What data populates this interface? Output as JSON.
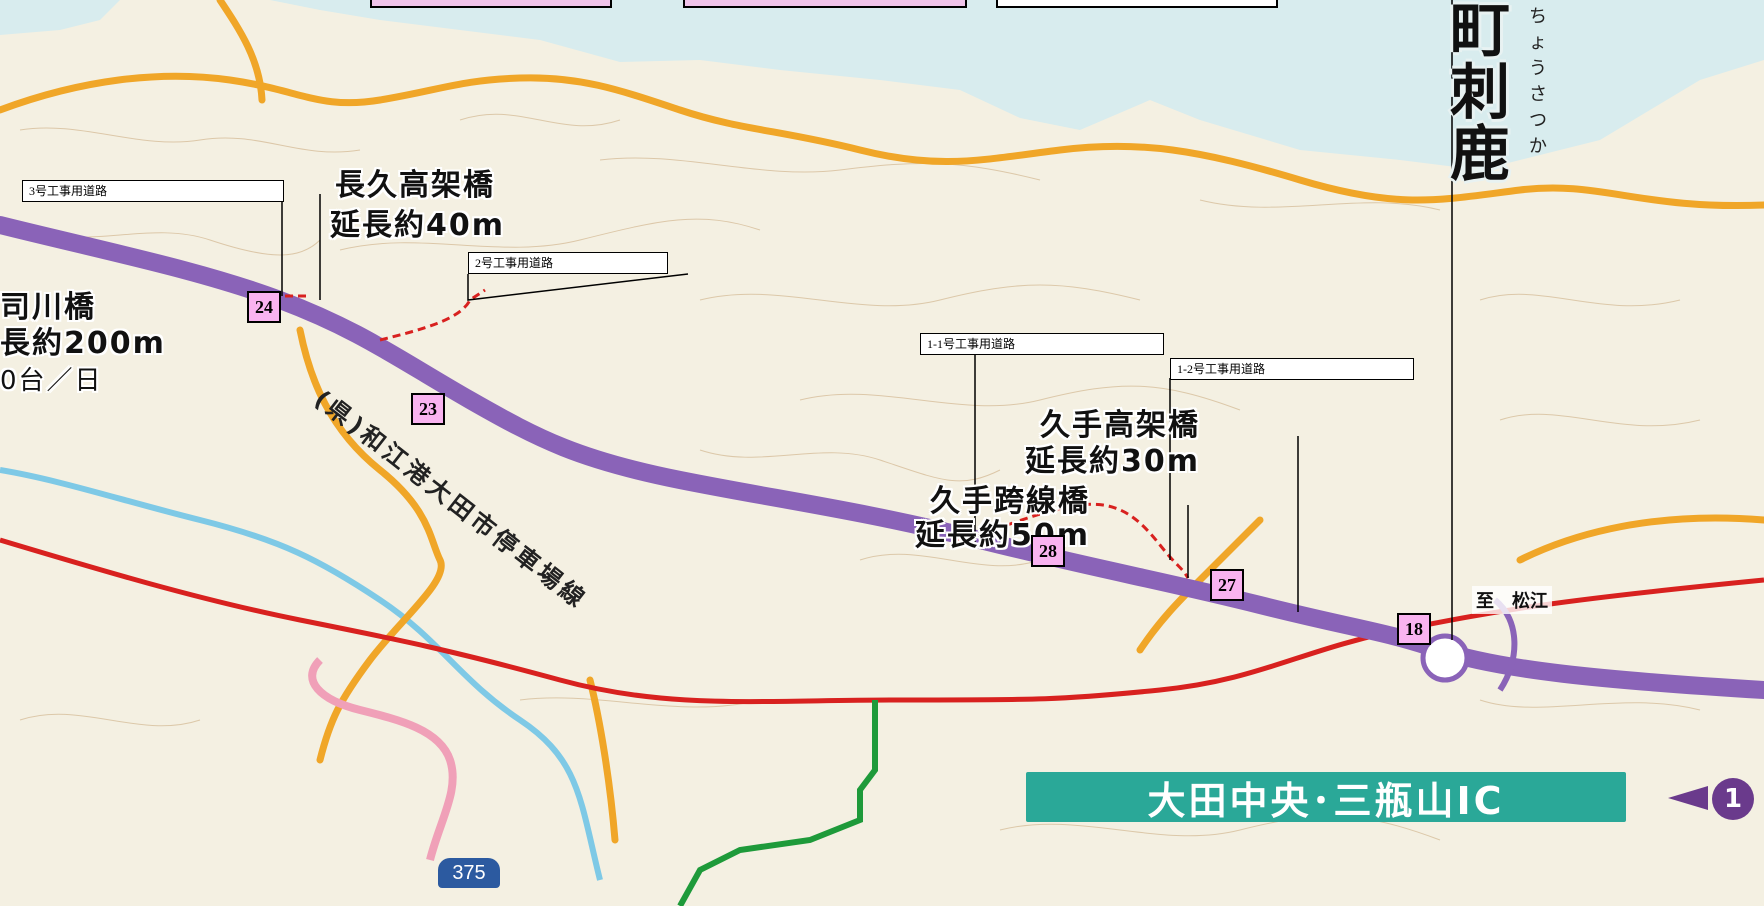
{
  "town": {
    "name": "町刺鹿",
    "reading": "ちょうさつか"
  },
  "bridges": {
    "nagahisa": {
      "name": "長久高架橋",
      "length": "延長約40m"
    },
    "west": {
      "name": "司川橋",
      "length": "長約200m"
    },
    "traffic": "0台／日",
    "kute_viaduct": {
      "name": "久手高架橋",
      "length": "延長約30m"
    },
    "kute_overpass": {
      "name": "久手跨線橋",
      "length": "延長約50m"
    }
  },
  "work_roads": {
    "road3": "3号工事用道路",
    "road2": "2号工事用道路",
    "road1_1": "1-1号工事用道路",
    "road1_2": "1-2号工事用道路"
  },
  "markers": {
    "m24": "24",
    "m23": "23",
    "m28": "28",
    "m27": "27",
    "m18": "18"
  },
  "prefectural_road": "(県)和江港大田市停車場線",
  "interchange": {
    "name": "大田中央･三瓶山IC",
    "marker": "1"
  },
  "direction": "至　松江",
  "route_number": "375",
  "colors": {
    "expressway": "#8a63b8",
    "national_road": "#d8211f",
    "prefectural_road": "#f0a628",
    "work_road": "#d8211f",
    "sea": "#d8ecee",
    "land": "#f4f0e2",
    "marker_bg": "#f9b3f0",
    "ic_banner": "#2aa898"
  }
}
